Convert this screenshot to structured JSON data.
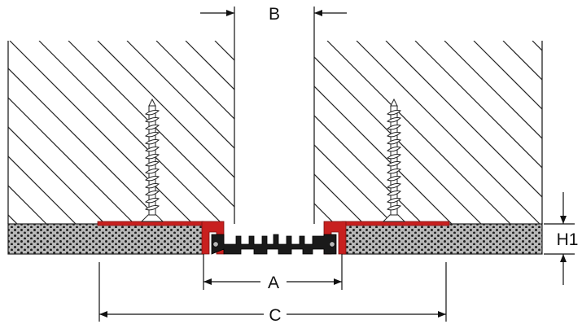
{
  "labels": {
    "a": "A",
    "b": "B",
    "c": "C",
    "h1": "H1"
  },
  "colors": {
    "outline": "#222222",
    "hatch": "#222222",
    "profile_fill": "#b8b8b8",
    "dots": "#1c1c1c",
    "gasket": "#1a1a1a",
    "red_flange": "#c8201f",
    "screw_fill": "#ffffff"
  },
  "icons": {
    "screw": "screw-icon",
    "arrow": "arrowhead-icon"
  }
}
